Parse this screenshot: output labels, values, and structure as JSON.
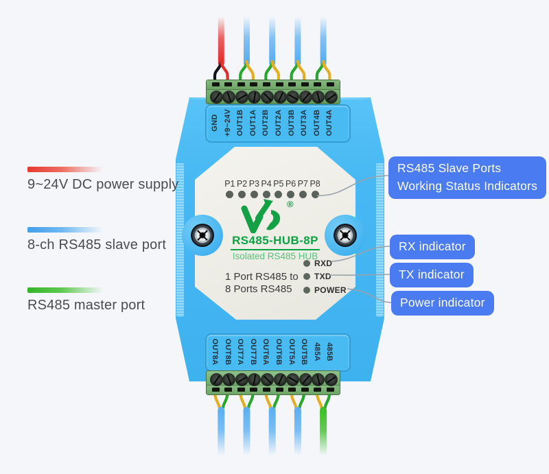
{
  "device": {
    "model": "RS485-HUB-8P",
    "subtitle": "Isolated RS485 HUB",
    "registered_mark": "®",
    "description_line1": "1 Port RS485 to",
    "description_line2": "8 Ports RS485",
    "top_ports": [
      "GND",
      "+9~24V",
      "OUT1B",
      "OUT1A",
      "OUT2B",
      "OUT2A",
      "OUT3B",
      "OUT3A",
      "OUT4B",
      "OUT4A"
    ],
    "bottom_ports": [
      "OUT8A",
      "OUT8B",
      "OUT7A",
      "OUT7B",
      "OUT6A",
      "OUT6B",
      "OUT5A",
      "OUT5B",
      "485A",
      "485B"
    ],
    "port_indicators": [
      "P1",
      "P2",
      "P3",
      "P4",
      "P5",
      "P6",
      "P7",
      "P8"
    ],
    "status_leds": [
      "RXD",
      "TXD",
      "POWER"
    ]
  },
  "legend": {
    "items": [
      {
        "label": "9~24V DC power supply",
        "color": "#e63a30"
      },
      {
        "label": "8-ch RS485 slave port",
        "color": "#429fe9"
      },
      {
        "label": "RS485 master port",
        "color": "#32b42a"
      }
    ]
  },
  "callouts": [
    {
      "text": "RS485 Slave Ports\nWorking Status Indicators"
    },
    {
      "text": "RX indicator"
    },
    {
      "text": "TX indicator"
    },
    {
      "text": "Power indicator"
    }
  ],
  "colors": {
    "background": "#f5f6fa",
    "device_body": "#45b6f2",
    "device_edge": "#8cd6f9",
    "front_panel": "#f0efe9",
    "terminal_block": "#79af73",
    "callout_blue": "#4a7bf0",
    "brand_green": "#14a044",
    "subtitle_green": "#57c17e",
    "wire_power_positive": "#e53430",
    "wire_power_ground": "#151515",
    "wire_data_b_green": "#27a82c",
    "wire_data_a_yellow": "#e2ae25",
    "cable_slave_blue": "#5db0f2",
    "cable_master_green": "#3ec02b",
    "led_dot": "#59625a",
    "legend_text": "#4b4b4b"
  }
}
